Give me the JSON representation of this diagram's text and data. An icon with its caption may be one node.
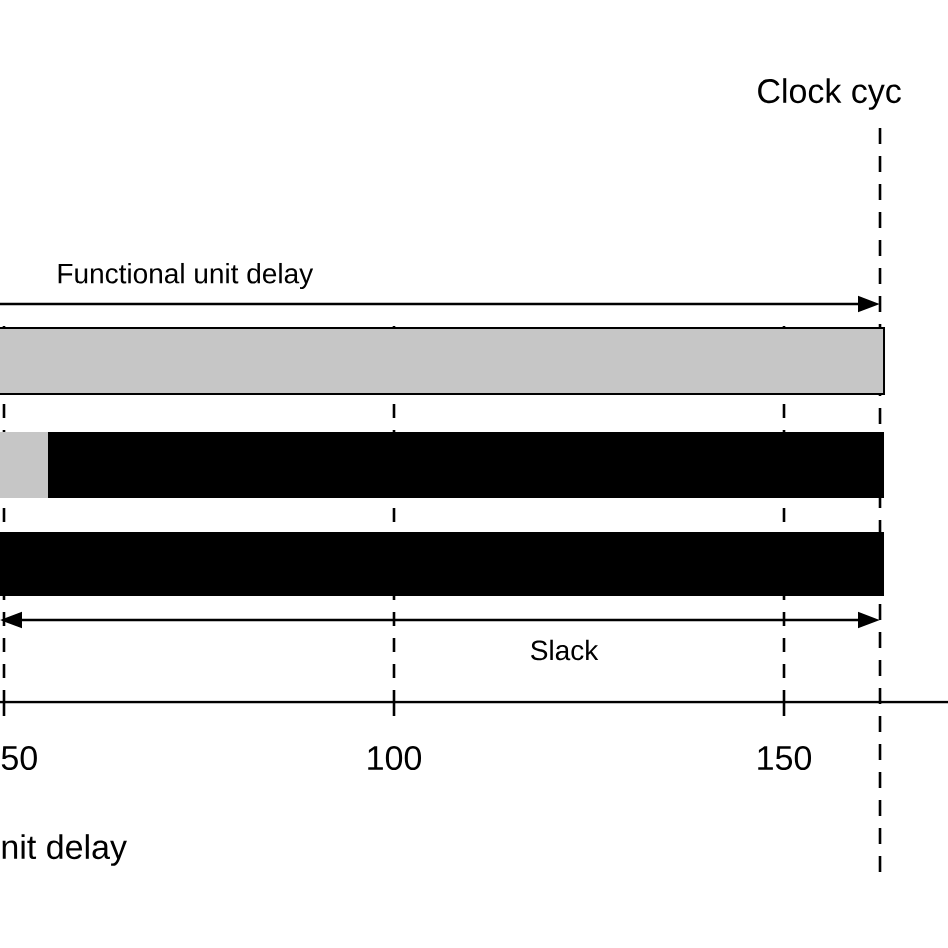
{
  "diagram": {
    "nodes": [
      {
        "text": [],
        "shape": "bar"
      },
      {
        "text": [],
        "shape": "bar"
      },
      {
        "text": [],
        "shape": "bar"
      }
    ],
    "labels": [
      "Clock cyc",
      "Functional unit delay",
      "Slack",
      "50",
      "100",
      "150",
      "nit delay"
    ]
  }
}
